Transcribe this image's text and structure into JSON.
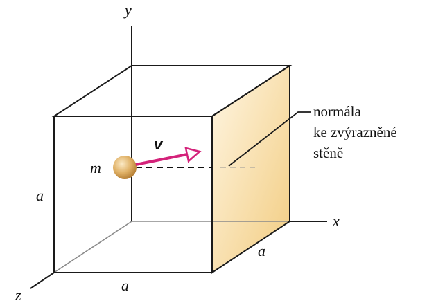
{
  "axes": {
    "x": "x",
    "y": "y",
    "z": "z"
  },
  "edge_labels": {
    "left": "a",
    "bottom": "a",
    "depth": "a"
  },
  "mass_label": "m",
  "velocity_label": "v",
  "callout_lines": [
    "normála",
    "ke zvýrazněné",
    "stěně"
  ],
  "colors": {
    "edges": "#1a1a1a",
    "axis_gray": "#8a8a8a",
    "face_light": "#fff3d9",
    "face_dark": "#f3cf86",
    "ball_light": "#f8e3b6",
    "ball_dark": "#c18a3c",
    "velocity": "#d4227a"
  }
}
